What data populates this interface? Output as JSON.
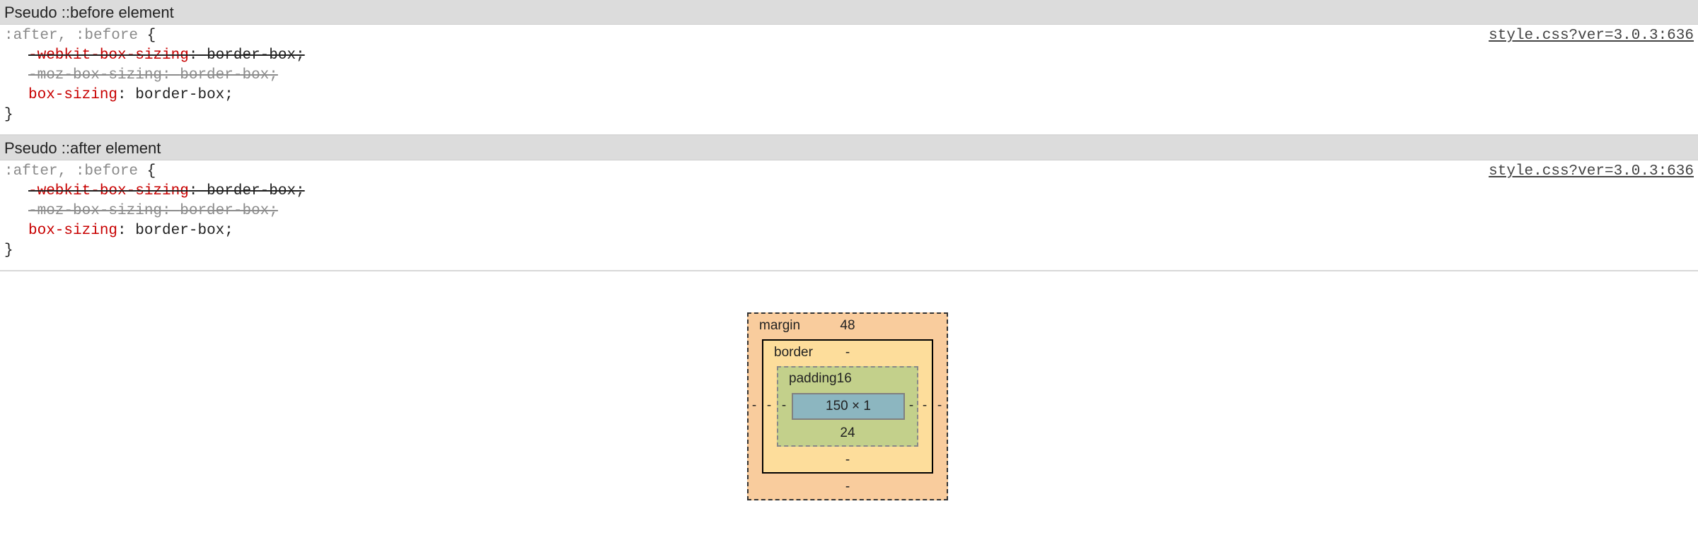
{
  "sections": [
    {
      "header": "Pseudo ::before element",
      "selector": ":after, :before",
      "open_brace": "{",
      "close_brace": "}",
      "source": "style.css?ver=3.0.3:636",
      "declarations": [
        {
          "prop": "-webkit-box-sizing",
          "sep": ": ",
          "value": "border-box;",
          "state": "overridden"
        },
        {
          "prop": "-moz-box-sizing",
          "sep": ": ",
          "value": "border-box;",
          "state": "invalid"
        },
        {
          "prop": "box-sizing",
          "sep": ": ",
          "value": "border-box;",
          "state": "active"
        }
      ]
    },
    {
      "header": "Pseudo ::after element",
      "selector": ":after, :before",
      "open_brace": "{",
      "close_brace": "}",
      "source": "style.css?ver=3.0.3:636",
      "declarations": [
        {
          "prop": "-webkit-box-sizing",
          "sep": ": ",
          "value": "border-box;",
          "state": "overridden"
        },
        {
          "prop": "-moz-box-sizing",
          "sep": ": ",
          "value": "border-box;",
          "state": "invalid"
        },
        {
          "prop": "box-sizing",
          "sep": ": ",
          "value": "border-box;",
          "state": "active"
        }
      ]
    }
  ],
  "box_model": {
    "margin_label": "margin",
    "margin_top": "48",
    "margin_right": "-",
    "margin_bottom": "-",
    "margin_left": "-",
    "border_label": "border",
    "border_top": "-",
    "border_right": "-",
    "border_bottom": "-",
    "border_left": "-",
    "padding_label": "padding",
    "padding_top": "16",
    "padding_right": "-",
    "padding_bottom": "24",
    "padding_left": "-",
    "content_size": "150 × 1"
  },
  "colors": {
    "property": "#c80000",
    "margin": "#f9cc9d",
    "border": "#fddd9b",
    "padding": "#c3d08b",
    "content": "#8cb6c0"
  }
}
